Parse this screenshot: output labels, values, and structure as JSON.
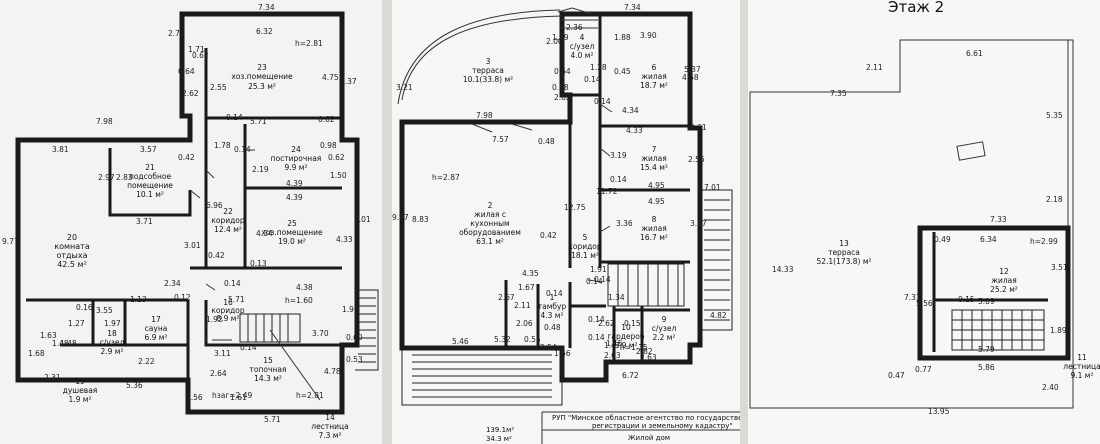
{
  "sheet1": {
    "rooms": [
      {
        "id": "r23",
        "num": "23",
        "name1": "хоз.помещение",
        "name2": "",
        "area": "25.3 м²"
      },
      {
        "id": "r21",
        "num": "21",
        "name1": "подсобное",
        "name2": "помещение",
        "area": "10.1 м²"
      },
      {
        "id": "r24",
        "num": "24",
        "name1": "постирочная",
        "name2": "",
        "area": "9.9 м²"
      },
      {
        "id": "r22",
        "num": "22",
        "name1": "коридор",
        "name2": "",
        "area": "12.4 м²"
      },
      {
        "id": "r25",
        "num": "25",
        "name1": "хоз.помещение",
        "name2": "",
        "area": "19.0 м²"
      },
      {
        "id": "r20",
        "num": "20",
        "name1": "комната",
        "name2": "отдыха",
        "area": "42.5 м²"
      },
      {
        "id": "r16",
        "num": "16",
        "name1": "коридор",
        "name2": "",
        "area": "8.9 м²"
      },
      {
        "id": "r17",
        "num": "17",
        "name1": "сауна",
        "name2": "",
        "area": "6.9 м²"
      },
      {
        "id": "r18",
        "num": "18",
        "name1": "с/узел",
        "name2": "",
        "area": "2.9 м²"
      },
      {
        "id": "r15",
        "num": "15",
        "name1": "топочная",
        "name2": "",
        "area": "14.3 м²"
      },
      {
        "id": "r19",
        "num": "19",
        "name1": "душевая",
        "name2": "",
        "area": "1.9 м²"
      },
      {
        "id": "r14",
        "num": "14",
        "name1": "лестница",
        "name2": "",
        "area": "7.3 м²"
      }
    ],
    "height_top": "h=2.81",
    "height_bottom": "h=2.81",
    "height_door": "h=1.60",
    "height_bottom_left": "hзаг=2.49",
    "dims": [
      "7.34",
      "6.32",
      "2.70",
      "1.71",
      "0.62",
      "0.64",
      "2.62",
      "2.55",
      "4.75",
      "5.37",
      "7.98",
      "3.57",
      "3.81",
      "0.14",
      "5.71",
      "0.62",
      "0.98",
      "0.62",
      "1.78",
      "2.19",
      "0.14",
      "1.50",
      "4.39",
      "4.39",
      "2.97",
      "2.83",
      "6.96",
      "0.42",
      "3.71",
      "4.34",
      "4.33",
      "7.01",
      "9.77",
      "3.01",
      "0.42",
      "0.13",
      "2.34",
      "0.12",
      "0.14",
      "4.38",
      "5.71",
      "0.16",
      "3.55",
      "1.13",
      "1.27",
      "1.97",
      "1.92",
      "3.11",
      "1.48",
      "1.63",
      "1.68",
      "1.48",
      "2.22",
      "0.14",
      "3.70",
      "1.90",
      "0.60",
      "0.53",
      "4.78",
      "2.31",
      "5.36",
      "2.64",
      "2.56",
      "1.61",
      "5.71",
      "6.72"
    ]
  },
  "sheet2": {
    "rooms": [
      {
        "id": "r4",
        "num": "4",
        "name1": "с/узел",
        "name2": "",
        "area": "4.0 м²"
      },
      {
        "id": "r3",
        "num": "3",
        "name1": "терраса",
        "name2": "",
        "area": "10.1(33.8) м²"
      },
      {
        "id": "r6",
        "num": "6",
        "name1": "жилая",
        "name2": "",
        "area": "18.7 м²"
      },
      {
        "id": "r7",
        "num": "7",
        "name1": "жилая",
        "name2": "",
        "area": "15.4 м²"
      },
      {
        "id": "r2",
        "num": "2",
        "name1": "жилая с",
        "name2": "кухонным",
        "name3": "оборудованием",
        "area": "63.1 м²"
      },
      {
        "id": "r8",
        "num": "8",
        "name1": "жилая",
        "name2": "",
        "area": "16.7 м²"
      },
      {
        "id": "r5",
        "num": "5",
        "name1": "коридор",
        "name2": "",
        "area": "18.1 м²"
      },
      {
        "id": "r1",
        "num": "1",
        "name1": "тамбур",
        "name2": "",
        "area": "4.3 м²"
      },
      {
        "id": "r9",
        "num": "9",
        "name1": "с/узел",
        "name2": "",
        "area": "2.2 м²"
      },
      {
        "id": "r10",
        "num": "10",
        "name1": "гардероб",
        "name2": "",
        "area": "3.9 м²"
      }
    ],
    "height_main": "h=2.87",
    "height_small": "h=1.15",
    "dims": [
      "7.34",
      "2.36",
      "2.00",
      "1.69",
      "1.88",
      "3.90",
      "0.64",
      "0.45",
      "0.14",
      "1.28",
      "5.37",
      "3.21",
      "0.48",
      "4.34",
      "4.58",
      "2.62",
      "0.14",
      "4.33",
      "0.61",
      "7.98",
      "7.57",
      "0.48",
      "3.19",
      "2.55",
      "0.14",
      "4.95",
      "7.01",
      "9.77",
      "8.83",
      "12.75",
      "11.72",
      "4.95",
      "3.36",
      "3.37",
      "0.42",
      "0.14",
      "1.91",
      "4.35",
      "2.67",
      "1.67",
      "0.14",
      "2.11",
      "2.06",
      "0.48",
      "5.32",
      "0.14",
      "1.34",
      "0.55",
      "0.14",
      "2.62",
      "0.15",
      "1.15",
      "5.46",
      "2.54",
      "1.47",
      "2.63",
      "1.56",
      "0.14",
      "2.82",
      "2.63",
      "6.72",
      "4.82"
    ],
    "total": "139.1м²",
    "total2": "34.3 м²",
    "agency_line1": "РУП \"Минское областное агентство по государственной",
    "agency_line2": "регистрации и земельному кадастру\"",
    "building": "Жилой дом"
  },
  "sheet3": {
    "title": "Этаж 2",
    "rooms": [
      {
        "id": "r13",
        "num": "13",
        "name1": "терраса",
        "name2": "",
        "area": "52.1(173.8) м²"
      },
      {
        "id": "r12",
        "num": "12",
        "name1": "жилая",
        "name2": "",
        "area": "25.2 м²"
      },
      {
        "id": "r11",
        "num": "11",
        "name1": "лестница",
        "name2": "",
        "area": "9.1 м²"
      }
    ],
    "height": "h=2.99",
    "dims": [
      "6.61",
      "7.35",
      "2.11",
      "5.35",
      "2.18",
      "7.33",
      "0.49",
      "6.34",
      "14.33",
      "7.31",
      "5.56",
      "3.51",
      "0.15",
      "5.09",
      "1.89",
      "5.79",
      "0.47",
      "0.77",
      "5.86",
      "2.40",
      "13.95"
    ]
  }
}
